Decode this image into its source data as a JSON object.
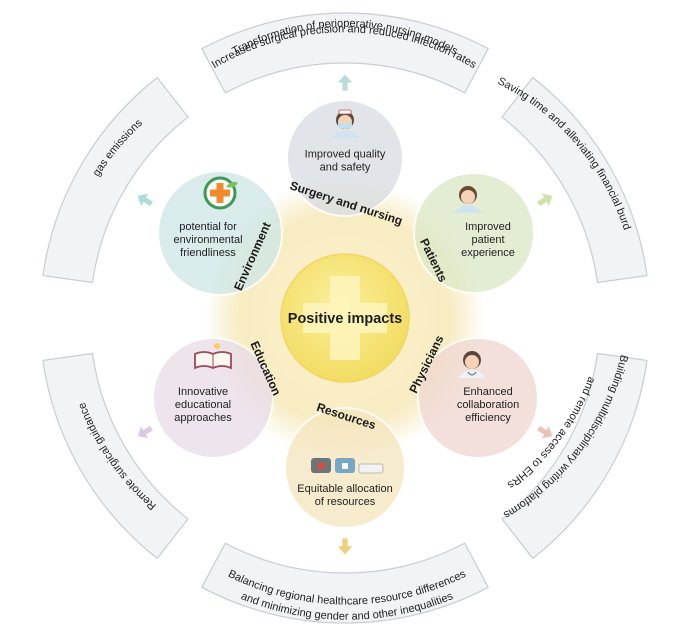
{
  "center": {
    "label": "Positive impacts"
  },
  "domains": [
    {
      "key": "surgery",
      "title": "Surgery and nursing",
      "lines": [
        "Improved quality",
        "and safety"
      ],
      "color": "#d9dde2",
      "icon": "nurse-icon"
    },
    {
      "key": "patients",
      "title": "Patients",
      "lines": [
        "Improved",
        "patient",
        "experience"
      ],
      "color": "#dce9c8",
      "icon": "patient-icon"
    },
    {
      "key": "physicians",
      "title": "Physicians",
      "lines": [
        "Enhanced",
        "collaboration",
        "efficiency"
      ],
      "color": "#f1d8d2",
      "icon": "doctor-icon"
    },
    {
      "key": "resources",
      "title": "Resources",
      "lines": [
        "Equitable allocation",
        "of resources"
      ],
      "color": "#f5e6bf",
      "icon": "medical-kit-icon"
    },
    {
      "key": "education",
      "title": "Education",
      "lines": [
        "Innovative",
        "educational",
        "approaches"
      ],
      "color": "#e9dde9",
      "icon": "open-book-icon"
    },
    {
      "key": "environment",
      "title": "Environment",
      "lines": [
        "potential for",
        "environmental",
        "friendliness"
      ],
      "color": "#cfe7e6",
      "icon": "eco-medical-cross-icon"
    }
  ],
  "outcomes": [
    {
      "key": "top",
      "lines": [
        "Increased surgical precision and reduced infection rates",
        "Transformation of perioperative nursing models"
      ]
    },
    {
      "key": "upper-right",
      "lines": [
        "Saving time and alleviating financial burden"
      ]
    },
    {
      "key": "lower-right",
      "lines": [
        "Building multidisciplinary writing platforms",
        "and remote access to EHRs"
      ]
    },
    {
      "key": "bottom",
      "lines": [
        "Balancing regional healthcare resource differences",
        "and minimizing gender and other inequalities"
      ]
    },
    {
      "key": "lower-left",
      "lines": [
        "Remote surgical guidance"
      ]
    },
    {
      "key": "upper-left",
      "lines": [
        "gas emissions"
      ]
    }
  ],
  "colors": {
    "ring_band": "#f2f3f5",
    "ring_stroke": "#c9ccd2",
    "inner_glow": "#f8edc6",
    "center_circle": "#f7e783",
    "center_cross": "#fdf6c4",
    "text": "#222222"
  }
}
